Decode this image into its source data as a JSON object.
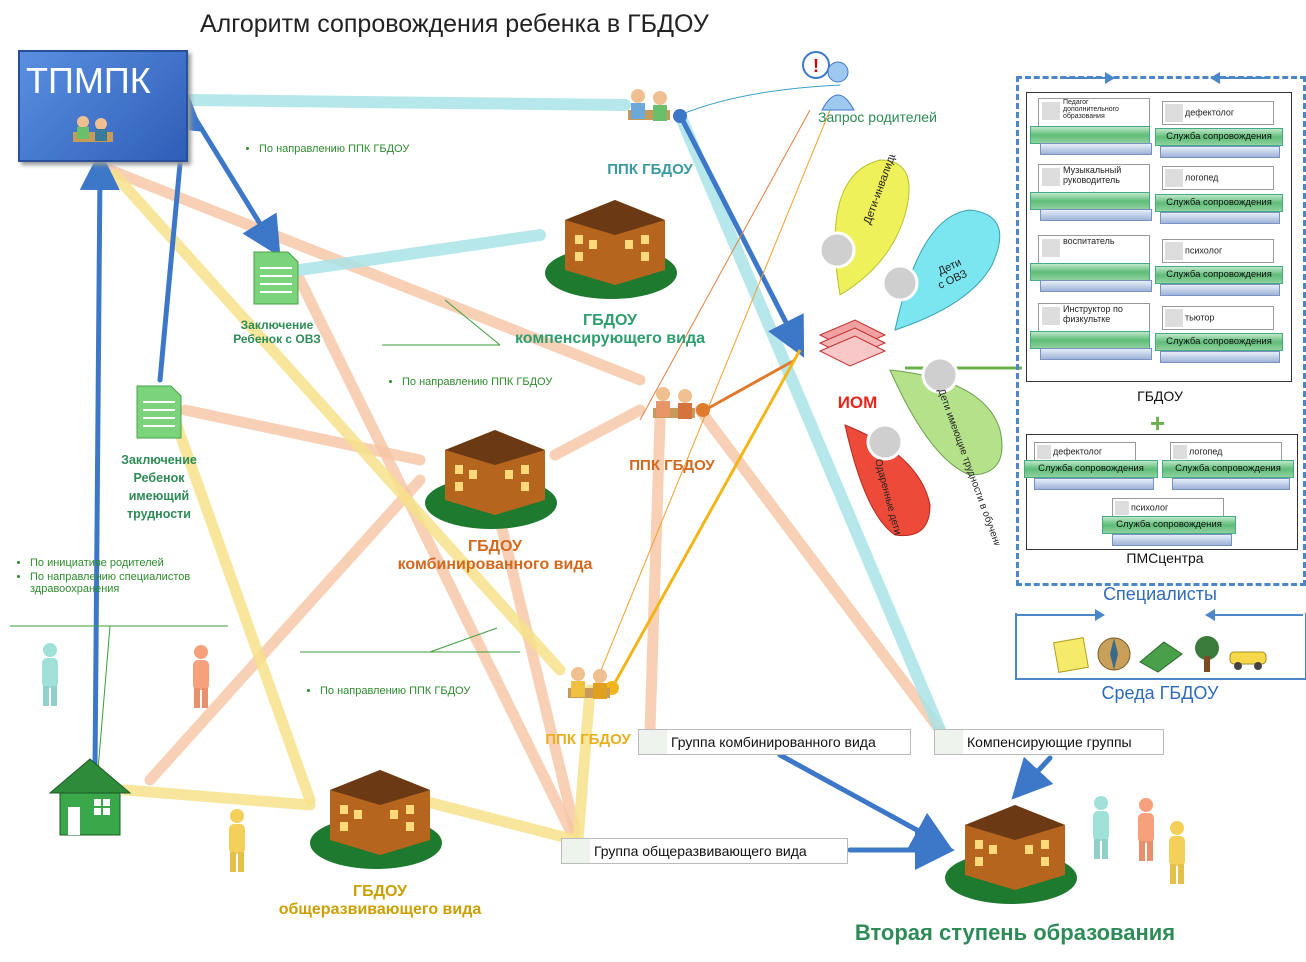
{
  "title": "Алгоритм сопровождения ребенка в ГБДОУ",
  "tpmpk": {
    "label": "ТПМПК"
  },
  "nodes": {
    "ppk_top": "ППК ГБДОУ",
    "ppk_mid": "ППК ГБДОУ",
    "ppk_low": "ППК ГБДОУ",
    "gbdou_comp_1": "ГБДОУ",
    "gbdou_comp_2": "компенсирующего вида",
    "gbdou_comb_1": "ГБДОУ",
    "gbdou_comb_2": "комбинированного вида",
    "gbdou_gen_1": "ГБДОУ",
    "gbdou_gen_2": "общеразвивающего вида",
    "doc1_1": "Заключение",
    "doc1_2": "Ребенок с ОВЗ",
    "doc2_1": "Заключение",
    "doc2_2": "Ребенок",
    "doc2_3": "имеющий",
    "doc2_4": "трудности",
    "parents_request": "Запрос родителей",
    "iom": "ИОМ",
    "second_stage": "Вторая ступень образования"
  },
  "notes": {
    "note1": "По направлению ППК ГБДОУ",
    "note2": "По направлению ППК ГБДОУ",
    "note3": "По направлению ППК ГБДОУ",
    "home_1": "По инициативе родителей",
    "home_2": "По направлению специалистов здравоохранения"
  },
  "bubbles": {
    "b1": "Дети-инвалиды",
    "b2_1": "Дети",
    "b2_2": "с ОВЗ",
    "b3": "Дети имеющие трудности в обучении",
    "b4": "Одаренные дети"
  },
  "groups": {
    "comb": "Группа комбинированного вида",
    "comp": "Компенсирующие группы",
    "gen": "Группа общеразвивающего вида"
  },
  "specialists": {
    "left": [
      "Педагог дополнительного образования",
      "Музыкальный руководитель",
      "воспитатель",
      "Инструктор по физкультке"
    ],
    "right": [
      "дефектолог",
      "логопед",
      "психолог",
      "тьютор"
    ],
    "service": "Служба сопровождения",
    "gbdou_label": "ГБДОУ",
    "pms": [
      "дефектолог",
      "логопед",
      "психолог"
    ],
    "pms_label": "ПМСцентра",
    "panel_title": "Специалисты",
    "env_title": "Среда ГБДОУ"
  },
  "colors": {
    "blue": "#3d78c8",
    "teal_arrow": "#9fe2e6",
    "peach_arrow": "#f6c4a4",
    "yellow_arrow": "#f6e28a",
    "green_text": "#2e8b57",
    "iom_red": "#e8251c"
  }
}
